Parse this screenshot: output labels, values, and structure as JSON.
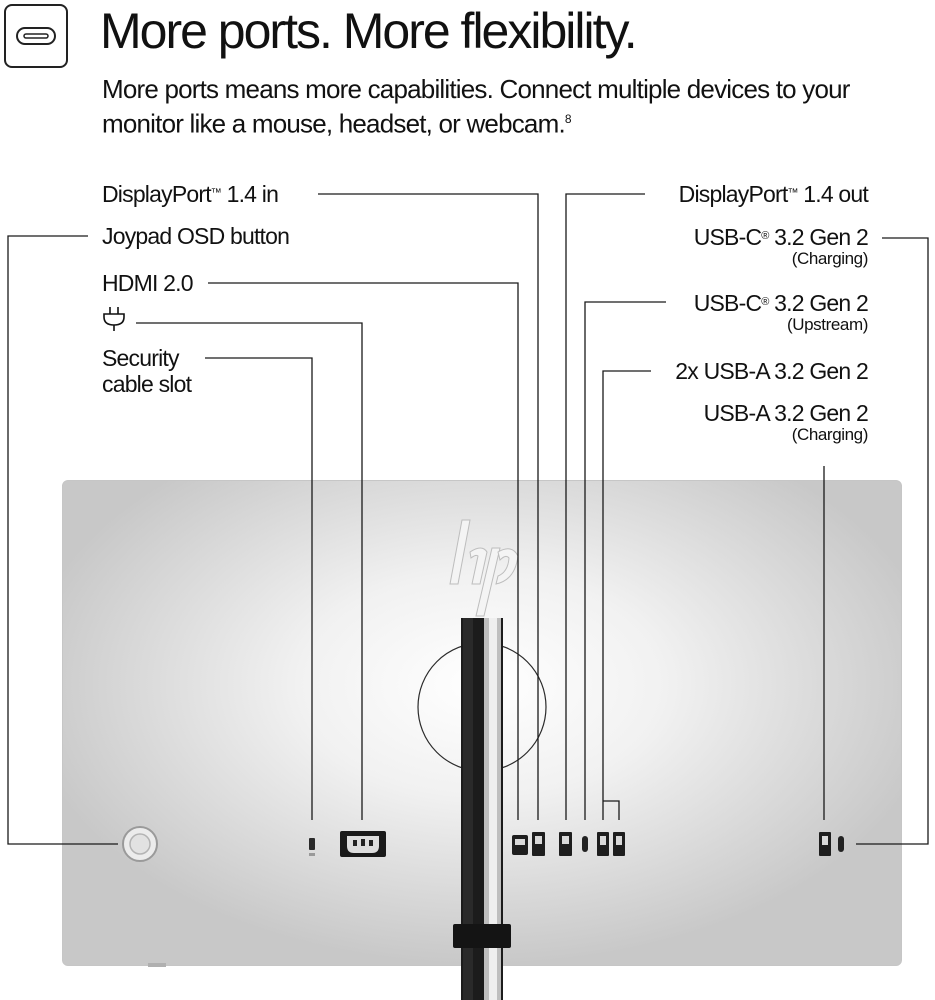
{
  "header": {
    "title": "More ports. More flexibility.",
    "subtitle": "More ports means more capabilities. Connect multiple devices to your monitor like a mouse, headset, or webcam.",
    "footnote": "8"
  },
  "badge": {
    "icon": "usb-c-port-icon"
  },
  "labels": {
    "displayport_in": {
      "text": "DisplayPort",
      "mark": "™",
      "rest": " 1.4 in"
    },
    "joypad": {
      "text": "Joypad OSD button"
    },
    "hdmi": {
      "text": "HDMI 2.0"
    },
    "power": {
      "icon": "power-plug-icon"
    },
    "security": {
      "line1": "Security",
      "line2": "cable slot"
    },
    "displayport_out": {
      "text": "DisplayPort",
      "mark": "™",
      "rest": " 1.4 out"
    },
    "usbc_charging": {
      "text": "USB-C",
      "mark": "®",
      "rest": " 3.2 Gen 2",
      "sub": "(Charging)"
    },
    "usbc_upstream": {
      "text": "USB-C",
      "mark": "®",
      "rest": " 3.2 Gen 2",
      "sub": "(Upstream)"
    },
    "usba_2x": {
      "text": "2x USB-A 3.2 Gen 2"
    },
    "usba_charging": {
      "text": "USB-A 3.2 Gen 2",
      "sub": "(Charging)"
    }
  },
  "monitor": {
    "brand_icon": "hp-logo-icon"
  },
  "colors": {
    "line": "#1a1a1a",
    "monitor_body": "#e6e6e6",
    "stand": "#1b1b1b"
  }
}
